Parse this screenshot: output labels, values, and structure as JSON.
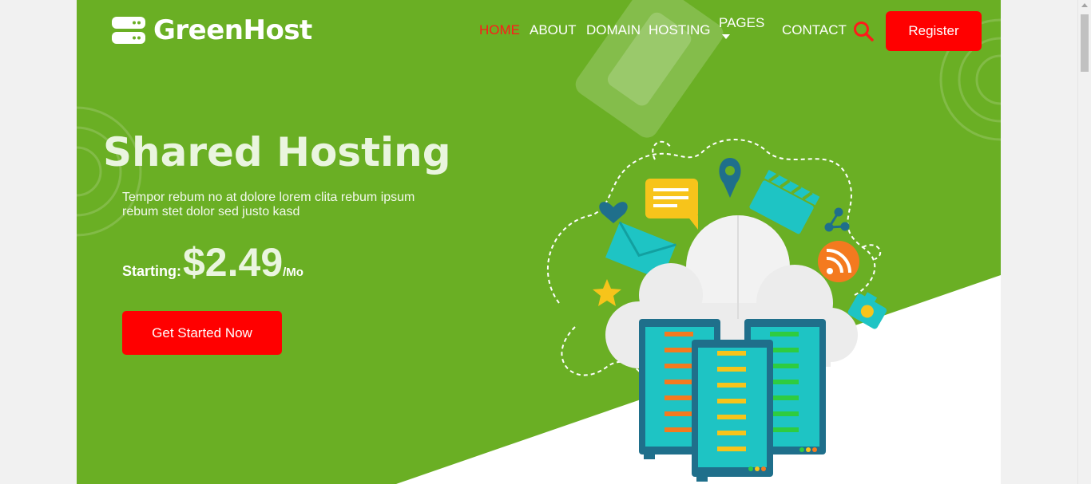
{
  "brand": {
    "name": "GreenHost"
  },
  "nav": {
    "items": [
      {
        "label": "HOME",
        "active": true
      },
      {
        "label": "ABOUT",
        "active": false
      },
      {
        "label": "DOMAIN",
        "active": false
      },
      {
        "label": "HOSTING",
        "active": false
      },
      {
        "label": "PAGES",
        "active": false,
        "dropdown": true
      },
      {
        "label": "CONTACT",
        "active": false
      }
    ],
    "register_label": "Register"
  },
  "hero": {
    "title": "Shared Hosting",
    "subtitle": "Tempor rebum no at dolore lorem clita rebum ipsum rebum stet dolor sed justo kasd",
    "price_label": "Starting:",
    "price_value": "$2.49",
    "price_unit": "/Mo",
    "cta_label": "Get Started Now"
  },
  "colors": {
    "hero_background": "#6aaf24",
    "accent": "#ff0000",
    "active_nav": "#ff1a1a"
  },
  "icons": [
    "server-stack-icon",
    "search-icon",
    "caret-down-icon",
    "heart-icon",
    "chat-icon",
    "location-pin-icon",
    "clapperboard-icon",
    "share-icon",
    "mail-icon",
    "rss-icon",
    "star-icon",
    "camera-icon",
    "cloud-icon",
    "server-icon"
  ]
}
